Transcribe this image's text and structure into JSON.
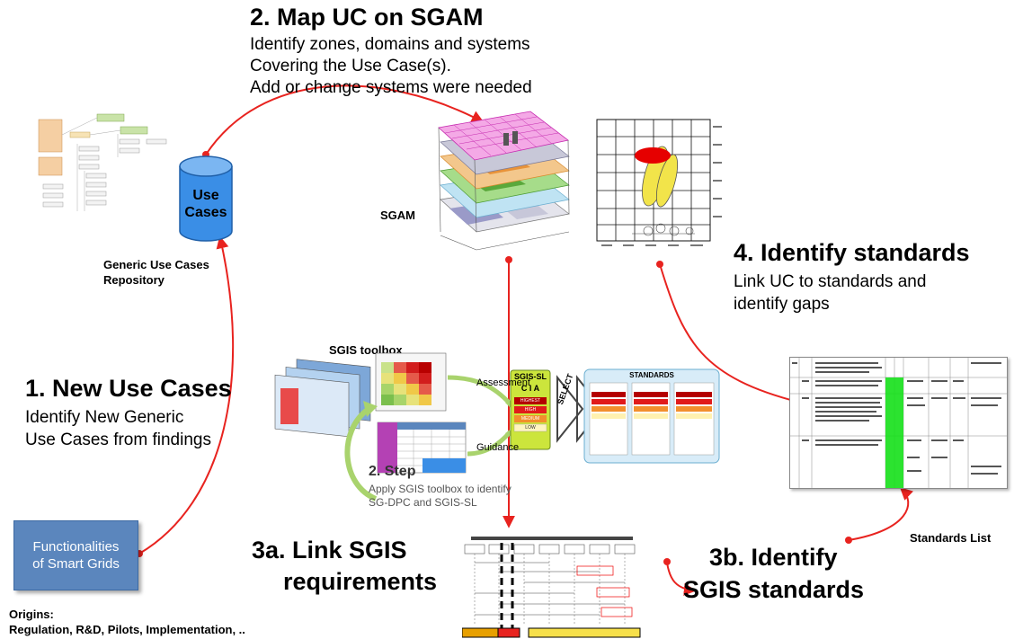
{
  "step1": {
    "title": "1. New Use Cases",
    "line1": "Identify New Generic",
    "line2": "Use Cases from findings"
  },
  "step2": {
    "title": "2. Map UC on SGAM",
    "line1": "Identify zones, domains and systems",
    "line2": "Covering the Use Case(s).",
    "line3": "Add or change systems were needed"
  },
  "step3a": {
    "line1": "3a. Link SGIS",
    "line2": "requirements"
  },
  "step3b": {
    "line1": "3b. Identify",
    "line2": "SGIS standards"
  },
  "step4": {
    "title": "4. Identify standards",
    "line1": "Link UC to standards and",
    "line2": "identify gaps"
  },
  "repository": {
    "cylinder_line1": "Use",
    "cylinder_line2": "Cases",
    "label_line1": "Generic Use Cases",
    "label_line2": "Repository"
  },
  "sgam": {
    "label": "SGAM"
  },
  "toolbox": {
    "title": "SGIS toolbox",
    "assessment": "Assessment",
    "guidance": "Guidance",
    "step_title": "2. Step",
    "step_line1": "Apply SGIS toolbox to identify",
    "step_line2": "SG-DPC and SGIS-SL",
    "sl_title": "SGIS-SL",
    "sl_cia": "C I A",
    "sl_levels": [
      "HIGHEST",
      "HIGH",
      "MEDIUM",
      "LOW"
    ],
    "select": "SELECT",
    "standards": "STANDARDS"
  },
  "standards_list": {
    "label": "Standards List"
  },
  "functionalities": {
    "line1": "Functionalities",
    "line2": "of Smart Grids"
  },
  "origins": {
    "line1": "Origins:",
    "line2": "Regulation, R&D, Pilots, Implementation, .."
  },
  "colors": {
    "arrow": "#e8231f",
    "box_fill": "#5b86bd",
    "cylinder": "#3a8ee6",
    "green_arrow": "#a9d36d"
  }
}
